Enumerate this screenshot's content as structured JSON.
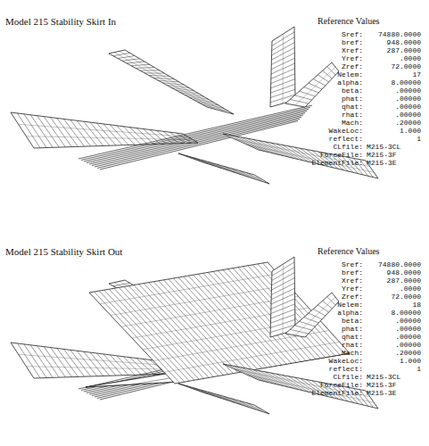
{
  "diagram": {
    "labels": [
      "Model 215 Stability Skirt In",
      "Reference Values",
      "Sref:",
      "74880.0000",
      "bref:",
      "948.0000",
      "Xref:",
      "287.0000",
      "Yref:",
      ".0000",
      "Zref:",
      "72.0000",
      "Nelem:",
      "17",
      "alpha:",
      "8.00000",
      "beta:",
      ".00000",
      "phat:",
      ".00000",
      "qhat:",
      ".00000",
      "rhat:",
      ".00000",
      "Mach:",
      ".20000",
      "WakeLoc:",
      "1.000",
      "reflect:",
      "1",
      "CLfile:",
      "M215-3CL",
      "ForceFile:",
      "M215-3F",
      "ElementFile:",
      "M215-3E",
      "Model 215 Stability Skirt Out",
      "Reference Values",
      "Sref:",
      "74880.0000",
      "bref:",
      "948.0000",
      "Xref:",
      "287.0000",
      "Yref:",
      ".0000",
      "Zref:",
      "72.0000",
      "Nelem:",
      "18",
      "alpha:",
      "8.00000",
      "beta:",
      ".00000",
      "phat:",
      ".00000",
      "qhat:",
      ".00000",
      "rhat:",
      ".00000",
      "Mach:",
      ".20000",
      "WakeLoc:",
      "1.000",
      "reflect:",
      "1",
      "CLfile:",
      "M215-3CL",
      "ForceFile:",
      "M215-3F",
      "ElementFile:",
      "M215-3E"
    ]
  }
}
